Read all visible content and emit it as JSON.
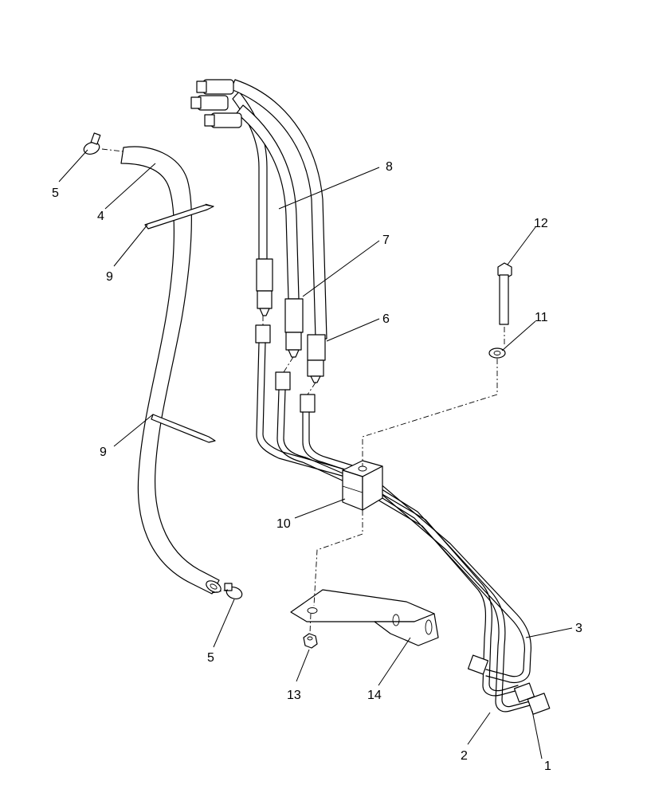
{
  "callouts": {
    "c1": "1",
    "c2": "2",
    "c3": "3",
    "c4": "4",
    "c5a": "5",
    "c5b": "5",
    "c6": "6",
    "c7": "7",
    "c8": "8",
    "c9a": "9",
    "c9b": "9",
    "c10": "10",
    "c11": "11",
    "c12": "12",
    "c13": "13",
    "c14": "14"
  }
}
